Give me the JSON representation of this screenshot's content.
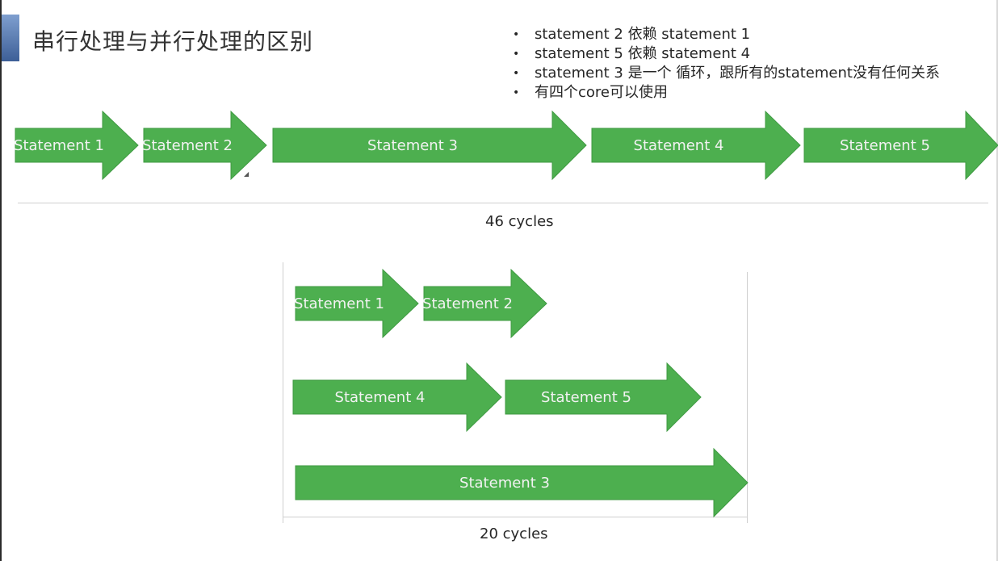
{
  "slide": {
    "title": "串行处理与并行处理的区别",
    "bullets": [
      "statement 2 依赖 statement 1",
      "statement 5 依赖 statement 4",
      "statement 3 是一个 循环，跟所有的statement没有任何关系",
      "有四个core可以使用"
    ],
    "bullet_marker": "•"
  },
  "serial": {
    "arrows": [
      "Statement 1",
      "Statement 2",
      "Statement 3",
      "Statement 4",
      "Statement 5"
    ],
    "cycles_label": "46 cycles"
  },
  "parallel": {
    "row1": [
      "Statement 1",
      "Statement 2"
    ],
    "row2": [
      "Statement 4",
      "Statement 5"
    ],
    "row3": [
      "Statement 3"
    ],
    "cycles_label": "20 cycles"
  },
  "colors": {
    "arrow_fill": "#4daf4f",
    "arrow_stroke": "#3f9a42",
    "accent": "#3d5f97"
  }
}
